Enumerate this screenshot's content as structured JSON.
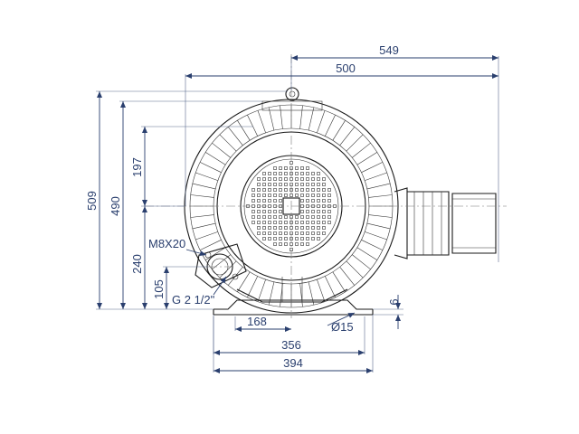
{
  "drawing": {
    "dimensions": {
      "overall_width": "549",
      "width_500": "500",
      "overall_height": "509",
      "height_490": "490",
      "height_240": "240",
      "height_197": "197",
      "height_105": "105",
      "base_168": "168",
      "base_356": "356",
      "base_394": "394",
      "foot_6": "6"
    },
    "labels": {
      "thread": "M8X20",
      "port": "G 2 1/2\"",
      "hole": "Ø15"
    }
  }
}
